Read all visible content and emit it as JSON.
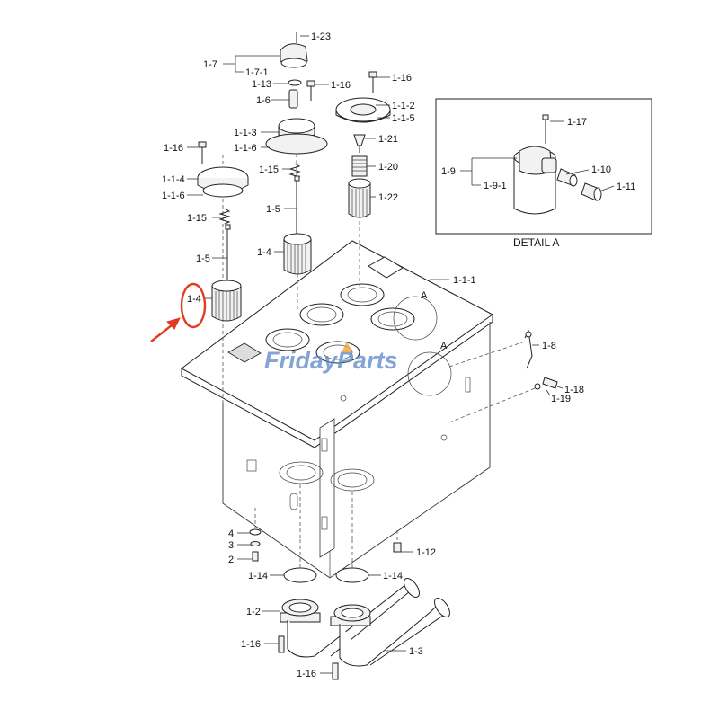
{
  "labels": {
    "l_1_23": "1-23",
    "l_1_7": "1-7",
    "l_1_7_1": "1-7-1",
    "l_1_13": "1-13",
    "l_1_6_top": "1-6",
    "l_1_16_a": "1-16",
    "l_1_16_b": "1-16",
    "l_1_1_2": "1-1-2",
    "l_1_1_5": "1-1-5",
    "l_1_1_3": "1-1-3",
    "l_1_1_6_a": "1-1-6",
    "l_1_21": "1-21",
    "l_1_16_c": "1-16",
    "l_1_15_a": "1-15",
    "l_1_20": "1-20",
    "l_1_1_4": "1-1-4",
    "l_1_1_6_b": "1-1-6",
    "l_1_22": "1-22",
    "l_1_5_a": "1-5",
    "l_1_15_b": "1-15",
    "l_1_4_a": "1-4",
    "l_1_5_b": "1-5",
    "l_1_4_b": "1-4",
    "l_1_1_1": "1-1-1",
    "l_A_1": "A",
    "l_A_2": "A",
    "l_1_8": "1-8",
    "l_1_18": "1-18",
    "l_1_19": "1-19",
    "l_4": "4",
    "l_3": "3",
    "l_2": "2",
    "l_1_12": "1-12",
    "l_1_14_a": "1-14",
    "l_1_14_b": "1-14",
    "l_1_2": "1-2",
    "l_1_16_d": "1-16",
    "l_1_3": "1-3",
    "l_1_16_e": "1-16",
    "l_1_17": "1-17",
    "l_1_9": "1-9",
    "l_1_9_1": "1-9-1",
    "l_1_10": "1-10",
    "l_1_11": "1-11"
  },
  "detail": {
    "title": "DETAIL A"
  },
  "watermark": {
    "part1": "Friday",
    "part2": "Parts"
  },
  "colors": {
    "highlight": "#e23b22",
    "watermark": "#5a86c8",
    "watermark_accent": "#f0a23a"
  }
}
